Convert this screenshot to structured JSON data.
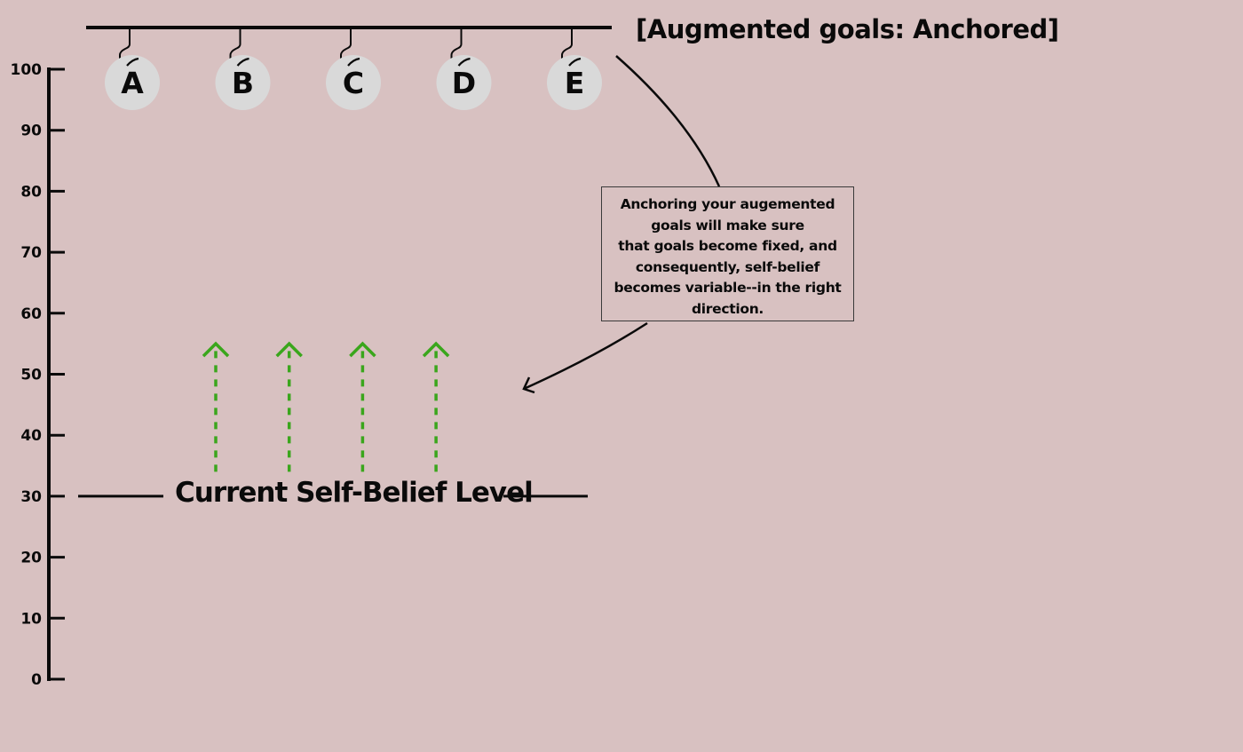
{
  "title": "[Augmented goals: Anchored]",
  "y_axis": {
    "min": 0,
    "max": 100,
    "step": 10,
    "ticks": [
      "100",
      "90",
      "80",
      "70",
      "60",
      "50",
      "40",
      "30",
      "20",
      "10",
      "0"
    ]
  },
  "goals": [
    {
      "label": "A"
    },
    {
      "label": "B"
    },
    {
      "label": "C"
    },
    {
      "label": "D"
    },
    {
      "label": "E"
    }
  ],
  "current_level": {
    "label": "Current Self-Belief Level",
    "value": 30
  },
  "arrows": {
    "count": 4,
    "from": 34,
    "to": 55,
    "color": "#3aa61c"
  },
  "note": {
    "lines": [
      "Anchoring your augemented",
      "goals will make sure",
      "that goals become fixed, and",
      "consequently, self-belief",
      "becomes variable--in the right",
      "direction."
    ]
  },
  "colors": {
    "background": "#d8c1c1",
    "ink": "#0a0a0a",
    "goal_fill": "#d9d9d9",
    "arrow": "#3aa61c"
  }
}
